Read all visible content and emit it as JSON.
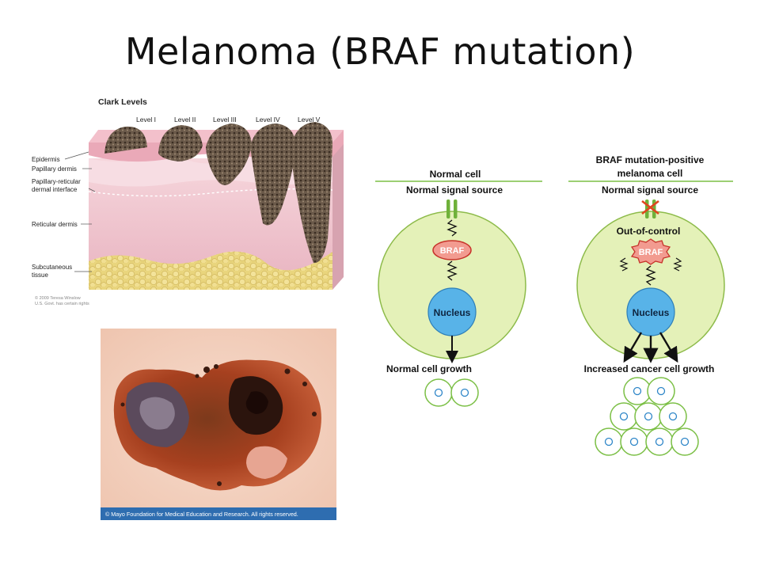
{
  "slide": {
    "title": "Melanoma  (BRAF mutation)"
  },
  "clark_figure": {
    "title": "Clark Levels",
    "levels": [
      "Level I",
      "Level II",
      "Level III",
      "Level IV",
      "Level V"
    ],
    "layers": [
      "Epidermis",
      "Papillary dermis",
      "Papillary-reticular",
      "dermal interface",
      "Reticular dermis",
      "Subcutaneous",
      "tissue"
    ],
    "copyright_lines": [
      "© 2009 Teresa Winslow",
      "U.S. Govt. has certain rights"
    ]
  },
  "photo": {
    "caption": "© Mayo Foundation for Medical Education and Research. All rights reserved."
  },
  "normal_cell": {
    "title": "Normal cell",
    "signal_source": "Normal signal source",
    "braf_label": "BRAF",
    "nucleus_label": "Nucleus",
    "growth_label": "Normal cell growth"
  },
  "mutant_cell": {
    "title_line1": "BRAF mutation-positive",
    "title_line2": "melanoma cell",
    "signal_source": "Normal signal source",
    "status_label": "Out-of-control",
    "braf_label": "BRAF",
    "nucleus_label": "Nucleus",
    "growth_label": "Increased cancer cell growth"
  },
  "colors": {
    "cell_fill": "#e4f1b8",
    "cell_stroke": "#8dbb4a",
    "nucleus_fill": "#58b3e8",
    "braf_fill": "#f29b90",
    "braf_stroke": "#c7332a",
    "receptor": "#6fb13a",
    "blocked": "#e0451f",
    "skin_pink": "#f1c9d1",
    "fat_yellow": "#e8d27a"
  }
}
